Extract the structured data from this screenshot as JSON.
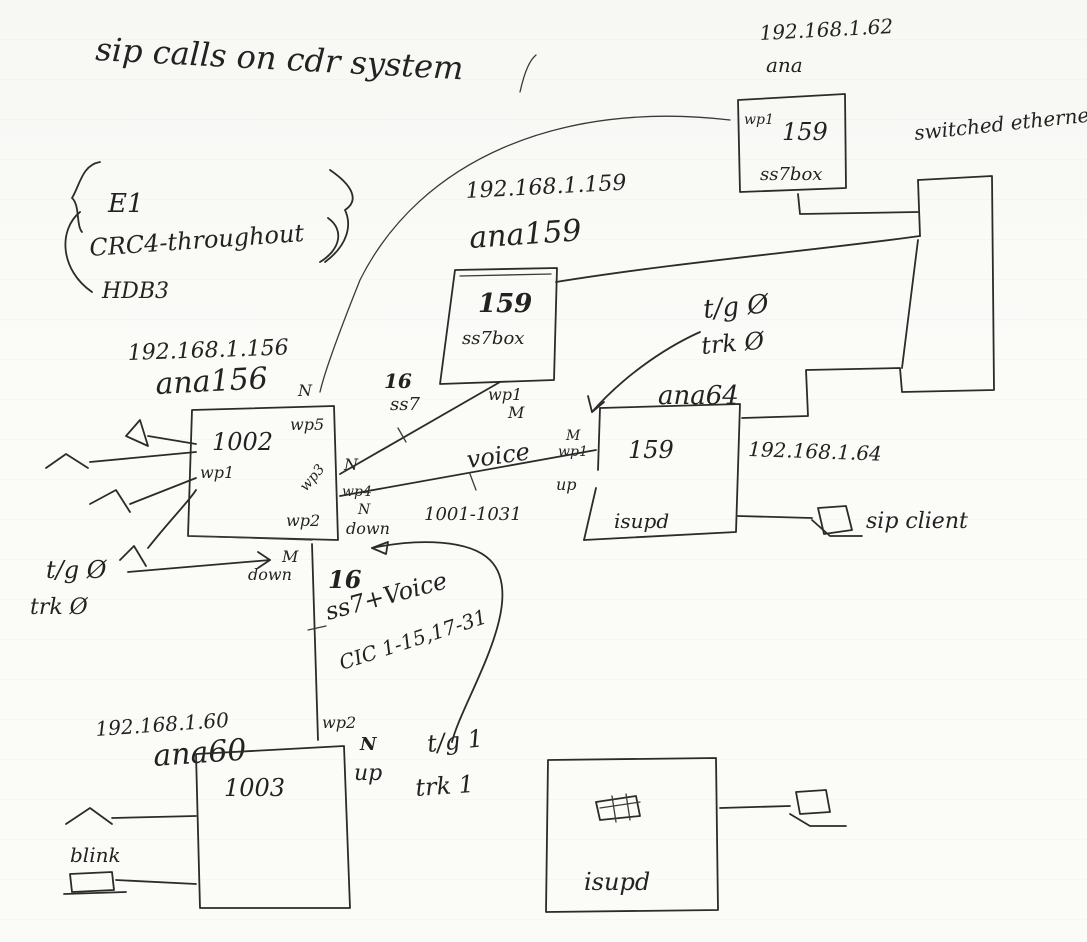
{
  "title": "sip calls on cdr system",
  "framing": {
    "e1": "E1",
    "crc4": "CRC4-throughout",
    "hdb3": "HDB3"
  },
  "nodes": {
    "ana156": {
      "ip": "192.168.1.156",
      "name": "ana156",
      "box": "1002",
      "wp1": "wp1",
      "wp5": "wp5",
      "n_top": "N",
      "wp3": "wp3",
      "n_wp3": "N",
      "wp4": "wp4",
      "n_wp4": "N",
      "down_wp4": "down",
      "wp2": "wp2",
      "m_wp2": "M",
      "down_wp2": "down"
    },
    "ana159": {
      "ip": "192.168.1.159",
      "name": "ana159",
      "box_num": "159",
      "box_label": "ss7box",
      "wp1": "wp1",
      "m": "M"
    },
    "ana62": {
      "ip": "192.168.1.62",
      "name": "ana",
      "box_wp": "wp1",
      "box_num": "159",
      "box_label": "ss7box"
    },
    "ana64": {
      "name": "ana64",
      "ip": "192.168.1.64",
      "box_num": "159",
      "box_label": "isupd",
      "m": "M",
      "wp1": "wp1",
      "up": "up"
    },
    "ana60": {
      "ip": "192.168.1.60",
      "name": "ana60",
      "box": "1003",
      "wp2": "wp2",
      "n": "N",
      "up": "up"
    },
    "isupd_bottom": {
      "label": "isupd"
    }
  },
  "labels": {
    "switched_ethernet": "switched ethernet",
    "tg0_top": "t/g Ø",
    "trk0_top": "trk Ø",
    "tg0_left": "t/g Ø",
    "trk0_left": "trk Ø",
    "tg1": "t/g 1",
    "trk1": "trk 1",
    "ss7_16": "16",
    "ss7_label": "ss7",
    "voice": "voice",
    "voice_range": "1001-1031",
    "cic_16": "16",
    "ss7_voice": "ss7+Voice",
    "cic_range": "CIC 1-15,17-31",
    "sip_client": "sip client",
    "blink": "blink"
  }
}
